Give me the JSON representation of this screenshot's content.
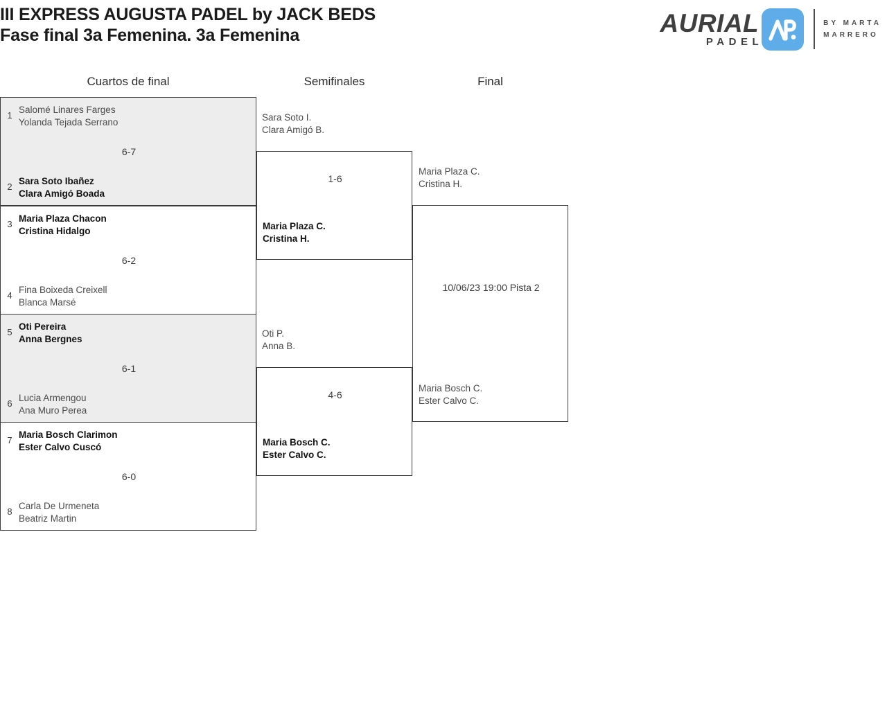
{
  "header": {
    "title_line1": "III EXPRESS AUGUSTA PADEL by JACK BEDS",
    "title_line2": "Fase final 3a Femenina. 3a Femenina"
  },
  "logo": {
    "wordmark_top": "AURIAL",
    "wordmark_bottom": "PADEL",
    "mark_icon": "ap-monogram-icon",
    "mark_color": "#5fade8",
    "byline_line1": "BY MARTA",
    "byline_line2": "MARRERO"
  },
  "rounds": [
    {
      "label": "Cuartos de final"
    },
    {
      "label": "Semifinales"
    },
    {
      "label": "Final"
    }
  ],
  "colors": {
    "shaded_row": "#ededed",
    "border": "#3a3a3a",
    "winner_text": "#111111",
    "normal_text": "#4a4a4a"
  },
  "quarterfinals": [
    {
      "shaded": true,
      "score": "6-7",
      "top": {
        "seed": "1",
        "player1": "Salomé Linares Farges",
        "player2": "Yolanda Tejada Serrano",
        "winner": false
      },
      "bottom": {
        "seed": "2",
        "player1": "Sara Soto Ibañez",
        "player2": "Clara Amigó Boada",
        "winner": true
      }
    },
    {
      "shaded": false,
      "score": "6-2",
      "top": {
        "seed": "3",
        "player1": "Maria Plaza Chacon",
        "player2": "Cristina Hidalgo",
        "winner": true
      },
      "bottom": {
        "seed": "4",
        "player1": "Fina Boixeda Creixell",
        "player2": "Blanca Marsé",
        "winner": false
      }
    },
    {
      "shaded": true,
      "score": "6-1",
      "top": {
        "seed": "5",
        "player1": "Oti Pereira",
        "player2": "Anna Bergnes",
        "winner": true
      },
      "bottom": {
        "seed": "6",
        "player1": "Lucia Armengou",
        "player2": "Ana Muro Perea",
        "winner": false
      }
    },
    {
      "shaded": false,
      "score": "6-0",
      "top": {
        "seed": "7",
        "player1": "Maria Bosch Clarimon",
        "player2": "Ester Calvo Cuscó",
        "winner": true
      },
      "bottom": {
        "seed": "8",
        "player1": "Carla De Urmeneta",
        "player2": "Beatriz Martin",
        "winner": false
      }
    }
  ],
  "semifinals": [
    {
      "score": "1-6",
      "top": {
        "player1": "Sara Soto I.",
        "player2": "Clara Amigó B.",
        "winner": false
      },
      "bottom": {
        "player1": "Maria Plaza C.",
        "player2": "Cristina H.",
        "winner": true
      }
    },
    {
      "score": "4-6",
      "top": {
        "player1": "Oti P.",
        "player2": "Anna B.",
        "winner": false
      },
      "bottom": {
        "player1": "Maria Bosch C.",
        "player2": "Ester Calvo C.",
        "winner": true
      }
    }
  ],
  "final": {
    "score": "10/06/23 19:00 Pista 2",
    "top": {
      "player1": "Maria Plaza C.",
      "player2": "Cristina H.",
      "winner": false
    },
    "bottom": {
      "player1": "Maria Bosch C.",
      "player2": "Ester Calvo C.",
      "winner": false
    }
  }
}
